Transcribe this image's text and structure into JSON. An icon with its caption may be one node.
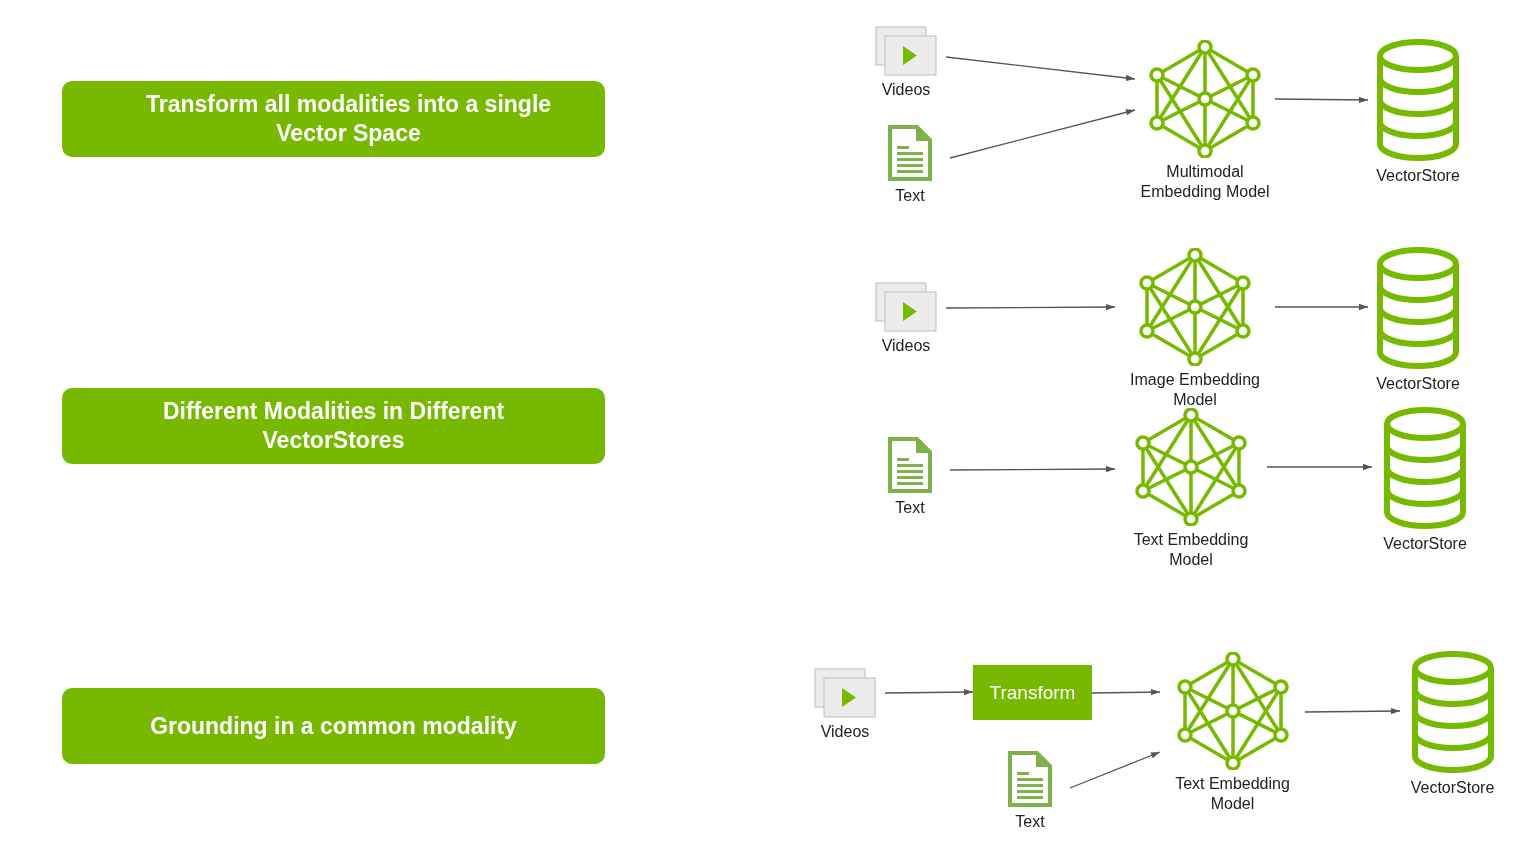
{
  "diagram": {
    "nodes": [
      {
        "text": [
          "Transform all modalities into a single Vector Space"
        ]
      },
      {
        "text": [
          "Different Modalities in Different VectorStores"
        ]
      },
      {
        "text": [
          "Grounding in a common modality"
        ]
      },
      {
        "text": [
          "Videos"
        ]
      },
      {
        "text": [
          "Text"
        ]
      },
      {
        "text": [
          "Multimodal Embedding Model"
        ]
      },
      {
        "text": [
          "VectorStore"
        ]
      },
      {
        "text": [
          "Videos"
        ]
      },
      {
        "text": [
          "Image Embedding Model"
        ]
      },
      {
        "text": [
          "VectorStore"
        ]
      },
      {
        "text": [
          "Text"
        ]
      },
      {
        "text": [
          "Text Embedding Model"
        ]
      },
      {
        "text": [
          "VectorStore"
        ]
      },
      {
        "text": [
          "Videos"
        ]
      },
      {
        "text": [
          "Transform"
        ]
      },
      {
        "text": [
          "Text"
        ]
      },
      {
        "text": [
          "Text Embedding Model"
        ]
      },
      {
        "text": [
          "VectorStore"
        ]
      }
    ],
    "edges": [
      {
        "from": 3,
        "to": 5,
        "arrow": "to"
      },
      {
        "from": 4,
        "to": 5,
        "arrow": "to"
      },
      {
        "from": 5,
        "to": 6,
        "arrow": "to"
      },
      {
        "from": 7,
        "to": 8,
        "arrow": "to"
      },
      {
        "from": 8,
        "to": 9,
        "arrow": "to"
      },
      {
        "from": 10,
        "to": 11,
        "arrow": "to"
      },
      {
        "from": 11,
        "to": 12,
        "arrow": "to"
      },
      {
        "from": 13,
        "to": 14,
        "arrow": "to"
      },
      {
        "from": 14,
        "to": 16,
        "arrow": "to"
      },
      {
        "from": 15,
        "to": 16,
        "arrow": "to"
      },
      {
        "from": 16,
        "to": 17,
        "arrow": "to"
      }
    ]
  }
}
